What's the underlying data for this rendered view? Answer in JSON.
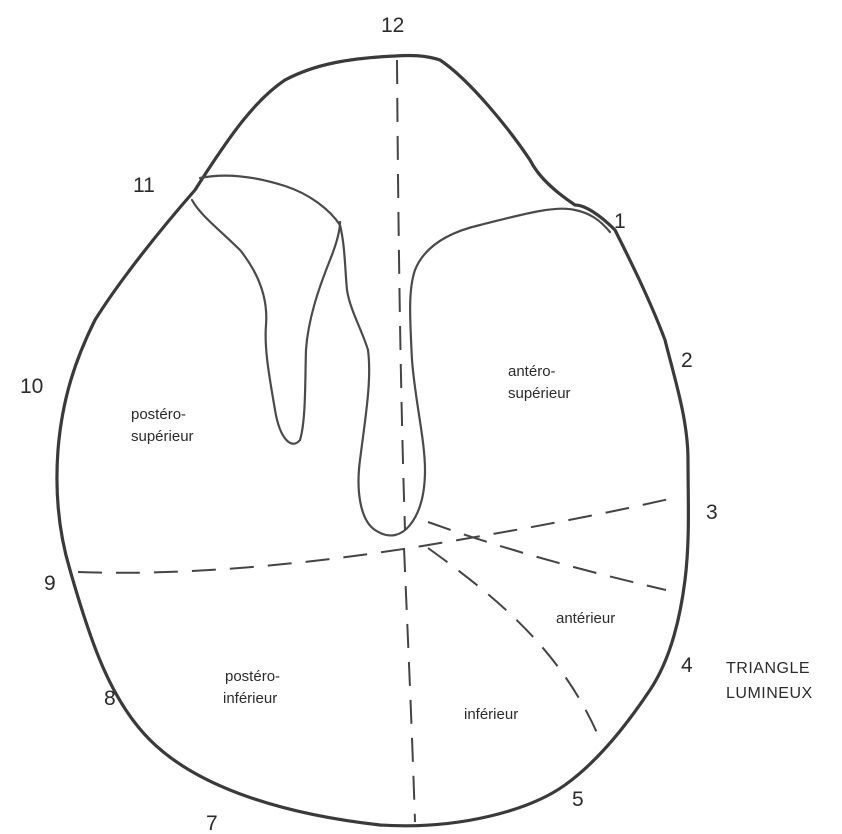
{
  "clock_positions": [
    "12",
    "1",
    "2",
    "3",
    "4",
    "5",
    "7",
    "8",
    "9",
    "10",
    "11"
  ],
  "regions": {
    "postero_superieur": [
      "postéro-",
      "supérieur"
    ],
    "antero_superieur": [
      "antéro-",
      "supérieur"
    ],
    "anterieur": "antérieur",
    "postero_inferieur": [
      "postéro-",
      "inférieur"
    ],
    "inferieur": "inférieur"
  },
  "triangle_lumineux": [
    "TRIANGLE",
    "LUMINEUX"
  ]
}
